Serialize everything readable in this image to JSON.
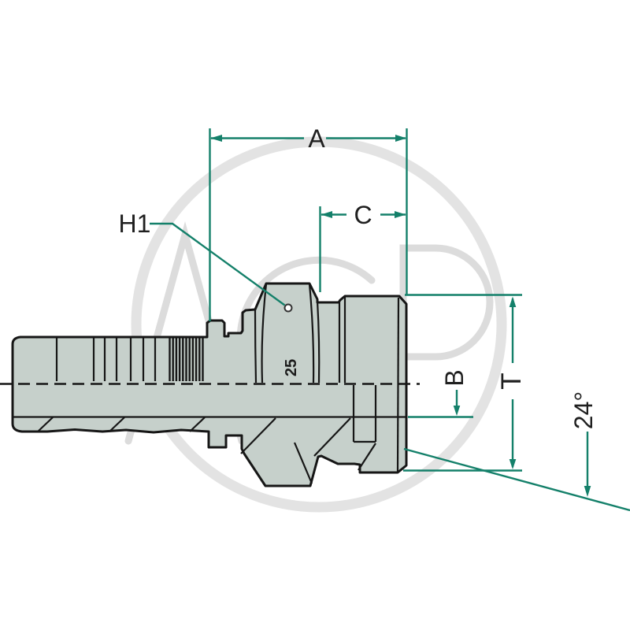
{
  "drawing": {
    "kind": "technical dimension drawing of a hydraulic hose nipple fitting",
    "labels": {
      "a": "A",
      "c": "C",
      "h1": "H1",
      "b": "B",
      "t": "T",
      "angle": "24°"
    },
    "stamp": "25",
    "watermark": {
      "text": "AGP"
    },
    "colors": {
      "part_fill": "#c6d0cb",
      "outline": "#161616",
      "dimension_line": "#14806a",
      "label_text": "#1f1f1f",
      "watermark_gray": "#dcdcdc",
      "background": "#ffffff"
    }
  }
}
